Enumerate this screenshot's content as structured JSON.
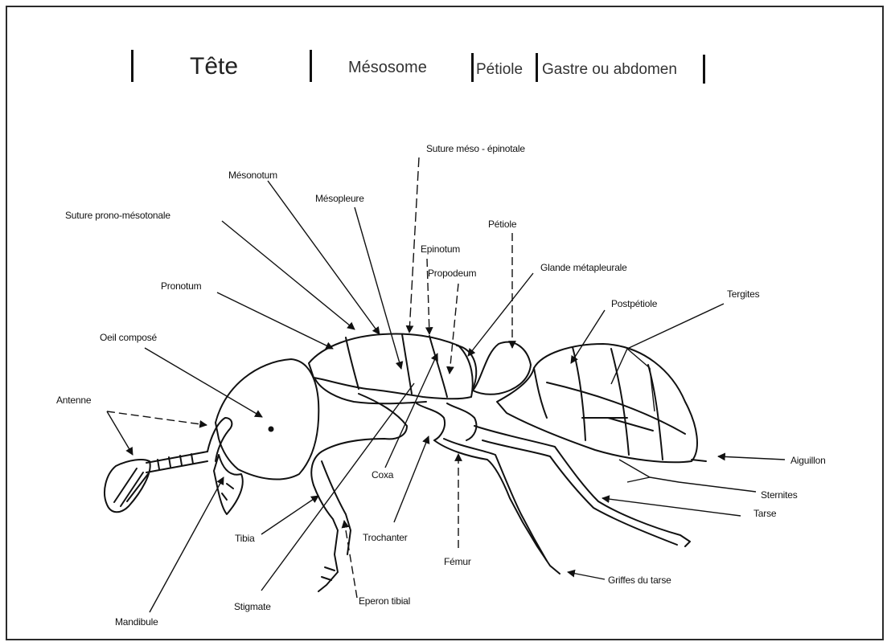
{
  "header": {
    "segments": [
      "Tête",
      "Mésosome",
      "Pétiole",
      "Gastre ou abdomen"
    ]
  },
  "labels": {
    "suture_meso_epinotale": "Suture méso - épinotale",
    "mesonotum": "Mésonotum",
    "mesopleure": "Mésopleure",
    "suture_prono_mesotonale": "Suture prono-mésotonale",
    "epinotum": "Epinotum",
    "propodeum": "Propodeum",
    "petiole": "Pétiole",
    "glande_metapleurale": "Glande métapleurale",
    "pronotum": "Pronotum",
    "postpetiole": "Postpétiole",
    "tergites": "Tergites",
    "oeil_compose": "Oeil composé",
    "antenne": "Antenne",
    "coxa": "Coxa",
    "aiguillon": "Aiguillon",
    "sternites": "Sternites",
    "tarse": "Tarse",
    "tibia": "Tibia",
    "trochanter": "Trochanter",
    "femur": "Fémur",
    "griffes_du_tarse": "Griffes du tarse",
    "eperon_tibial": "Eperon tibial",
    "stigmate": "Stigmate",
    "mandibule": "Mandibule"
  }
}
